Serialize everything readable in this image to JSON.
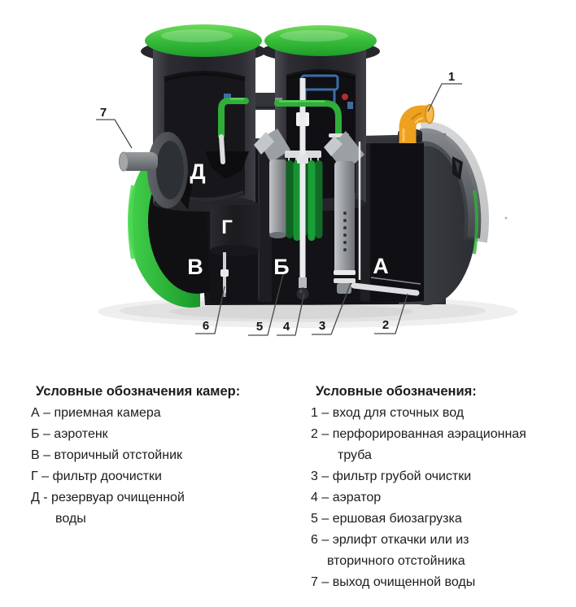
{
  "diagram": {
    "description": "Cutaway 3D diagram of a septic wastewater treatment tank",
    "chamber_labels": [
      {
        "letter": "Д"
      },
      {
        "letter": "Г"
      },
      {
        "letter": "В"
      },
      {
        "letter": "Б"
      },
      {
        "letter": "А"
      }
    ],
    "callouts": [
      {
        "num": "1"
      },
      {
        "num": "2"
      },
      {
        "num": "3"
      },
      {
        "num": "4"
      },
      {
        "num": "5"
      },
      {
        "num": "6"
      },
      {
        "num": "7"
      }
    ],
    "colors": {
      "lid_green": "#3cbf3d",
      "rim_green": "#22a530",
      "pipe_green": "#2fae3a",
      "brush_green": "#189331",
      "inlet_orange": "#eda11f",
      "body_dark": "#232328",
      "metal_gray": "#9aa0a3",
      "manifold_blue": "#3d6da6",
      "valve_red": "#b23030"
    }
  },
  "legend_chambers": {
    "title": "Условные обозначения камер:",
    "items": [
      {
        "line1": "А – приемная камера"
      },
      {
        "line1": "Б – аэротенк"
      },
      {
        "line1": "В – вторичный отстойник"
      },
      {
        "line1": "Г – фильтр доочистки"
      },
      {
        "line1": "Д - резервуар очищенной",
        "line2": "воды"
      }
    ]
  },
  "legend_parts": {
    "title": "Условные обозначения:",
    "items": [
      {
        "line1": "1 – вход для сточных вод"
      },
      {
        "line1": "2 – перфорированная аэрационная",
        "line2": "труба"
      },
      {
        "line1": "3 – фильтр грубой очистки"
      },
      {
        "line1": "4 – аэратор"
      },
      {
        "line1": "5 – ершовая биозагрузка"
      },
      {
        "line1": "6 – эрлифт откачки или из",
        "line2": "вторичного отстойника"
      },
      {
        "line1": "7 – выход очищенной воды"
      }
    ]
  }
}
